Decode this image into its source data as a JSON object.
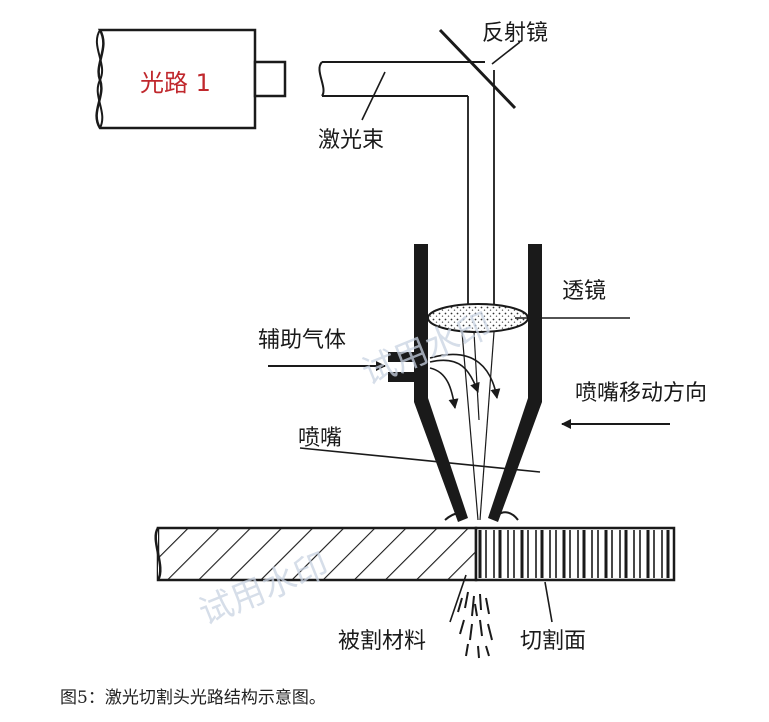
{
  "diagram": {
    "laser_box_label": "光路 1",
    "labels": {
      "mirror": "反射镜",
      "laser_beam": "激光束",
      "lens": "透镜",
      "assist_gas": "辅助气体",
      "nozzle_direction": "喷嘴移动方向",
      "nozzle": "喷嘴",
      "workpiece": "被割材料",
      "cut_surface": "切割面"
    },
    "watermark": "试用水印",
    "caption": "图5：激光切割头光路结构示意图。",
    "colors": {
      "line": "#1a1a1a",
      "accent_red": "#c0282d",
      "watermark": "#c9d3e2"
    }
  }
}
